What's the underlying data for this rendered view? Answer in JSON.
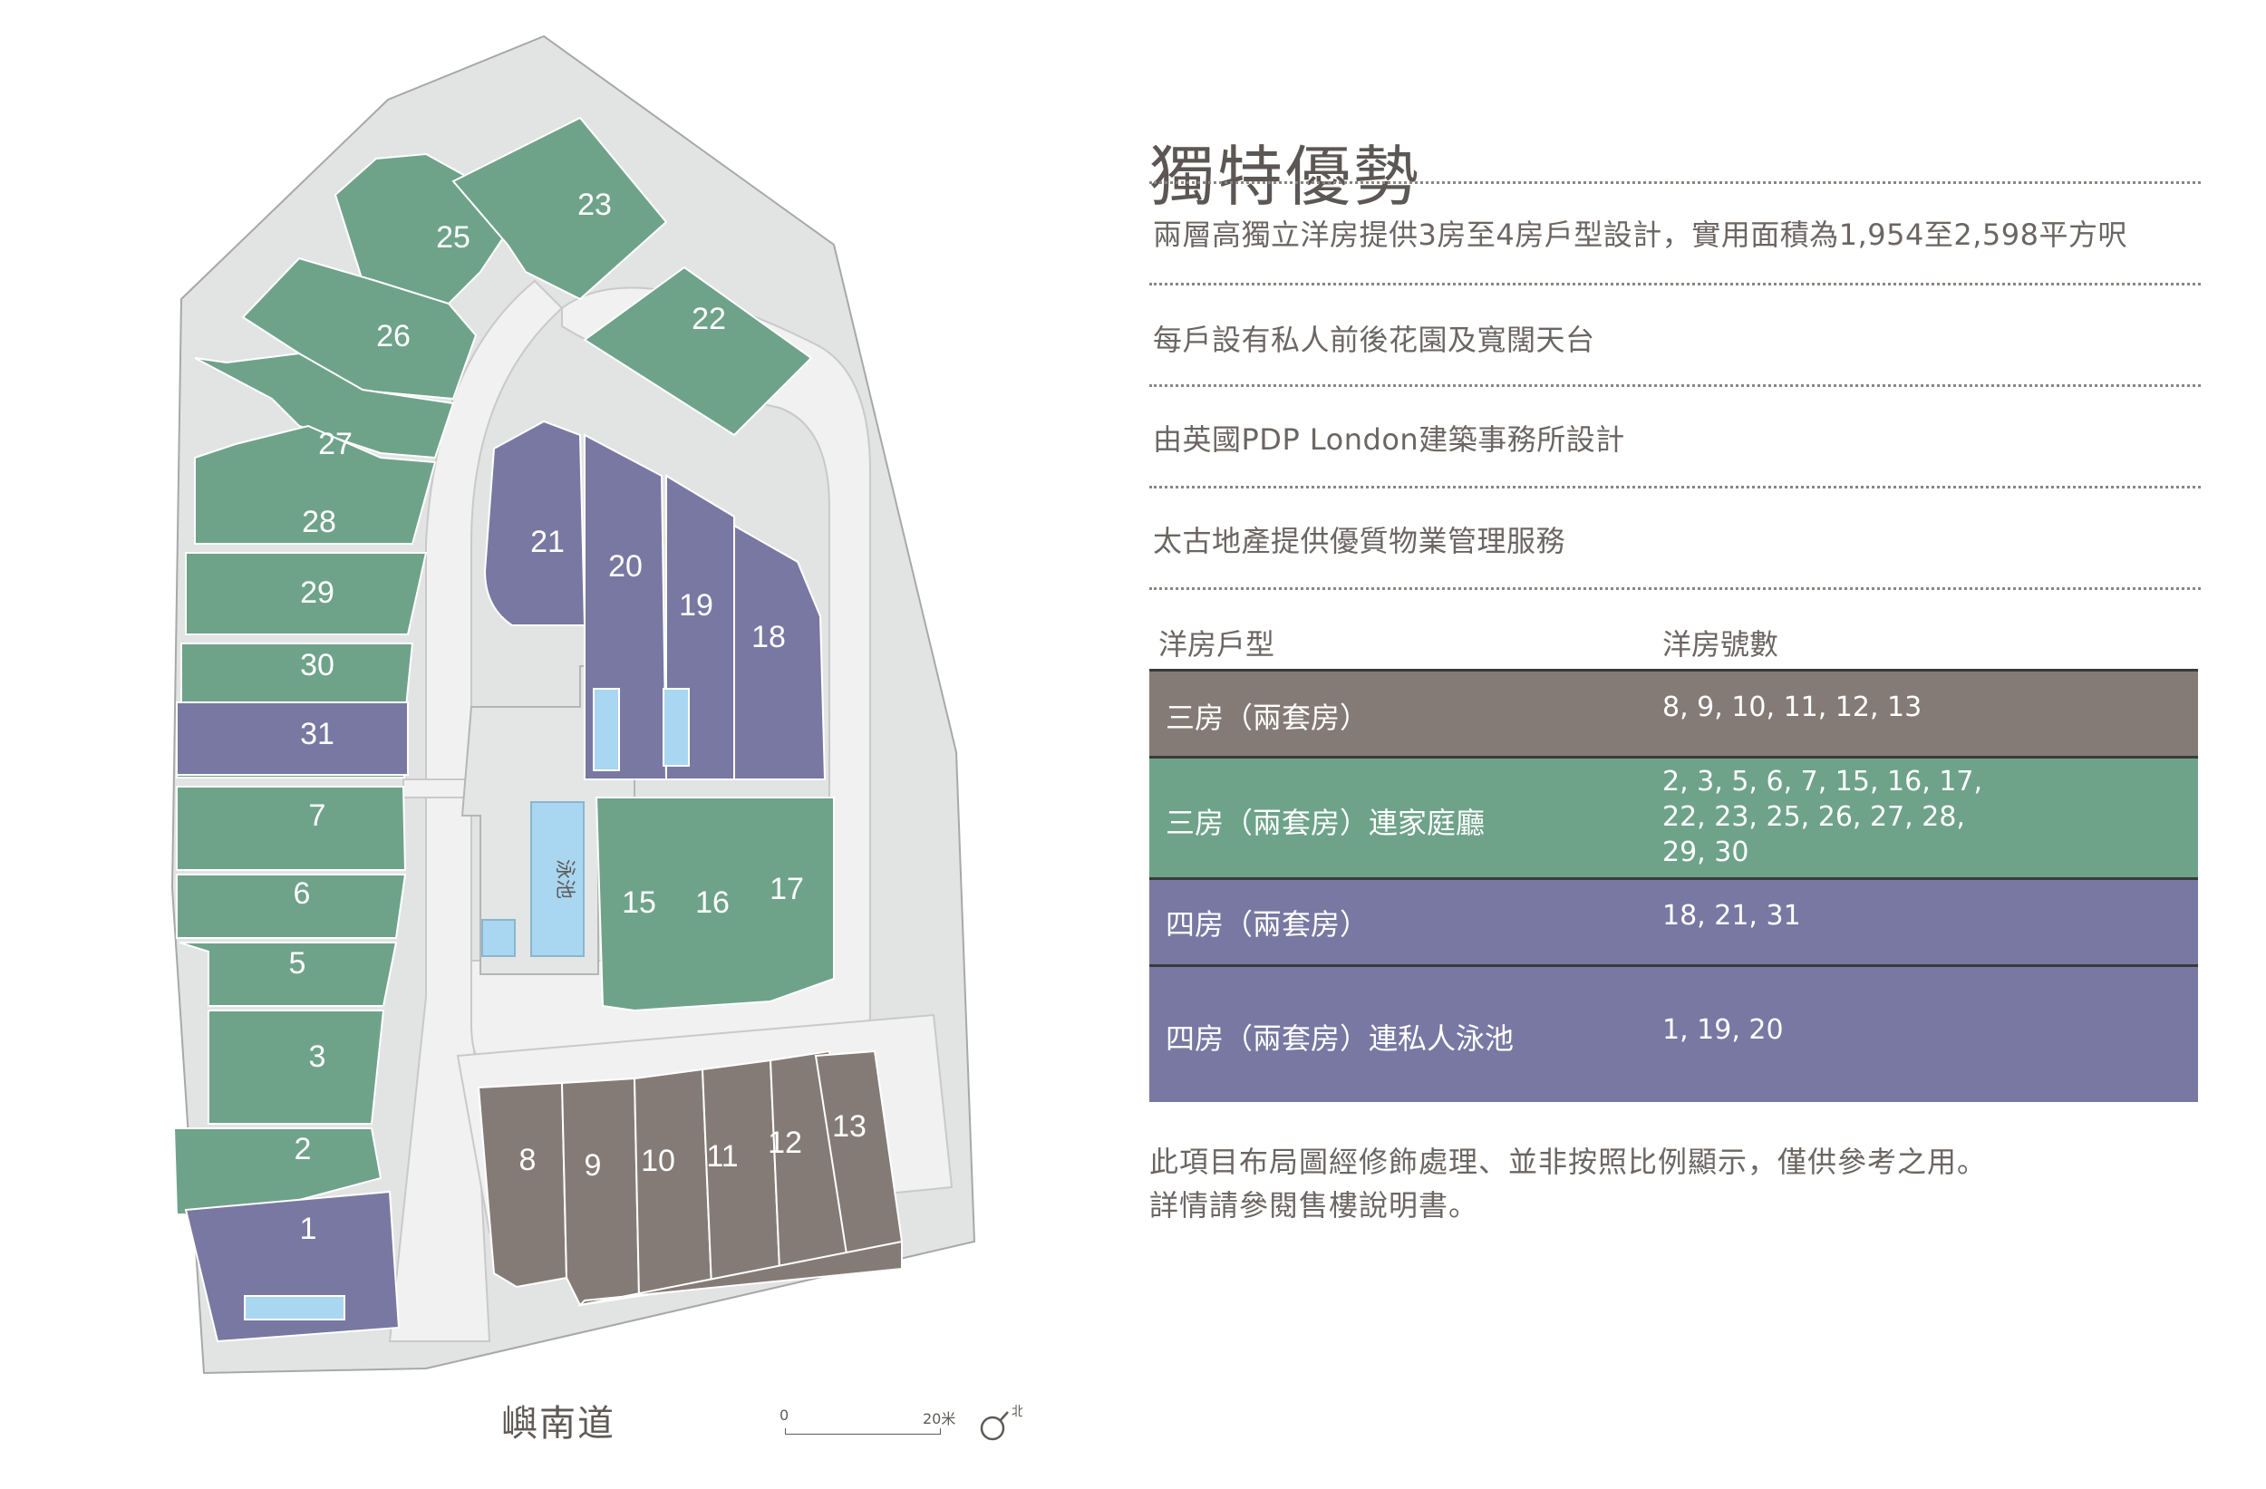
{
  "colors": {
    "three_bed": "#857b76",
    "three_bed_family": "#6ea38a",
    "four_bed": "#7878a2",
    "site": "#e2e3e3",
    "road": "#f0f0f0",
    "pool": "#a9d6f0"
  },
  "map": {
    "units": [
      "1",
      "2",
      "3",
      "5",
      "6",
      "7",
      "8",
      "9",
      "10",
      "11",
      "12",
      "13",
      "15",
      "16",
      "17",
      "18",
      "19",
      "20",
      "21",
      "22",
      "23",
      "25",
      "26",
      "27",
      "28",
      "29",
      "30",
      "31"
    ],
    "pool_label": "泳池",
    "road_name": "嶼南道",
    "scale": {
      "start": "0",
      "end": "20米"
    },
    "compass_label": "北"
  },
  "panel": {
    "title": "獨特優勢",
    "features": [
      "兩層高獨立洋房提供3房至4房戶型設計，實用面積為1,954至2,598平方呎",
      "每戶設有私人前後花園及寬闊天台",
      "由英國PDP London建築事務所設計",
      "太古地產提供優質物業管理服務"
    ],
    "table": {
      "headers": [
        "洋房戶型",
        "洋房號數"
      ],
      "rows": [
        {
          "type": "三房（兩套房）",
          "numbers": "8, 9, 10, 11, 12, 13",
          "color": "#857b76"
        },
        {
          "type": "三房（兩套房）連家庭廳",
          "numbers": "2, 3, 5, 6, 7, 15, 16, 17,\n22, 23, 25, 26, 27, 28,\n29, 30",
          "color": "#6ea38a"
        },
        {
          "type": "四房（兩套房）",
          "numbers": "18, 21, 31",
          "color": "#7878a2"
        },
        {
          "type": "四房（兩套房）連私人泳池",
          "numbers": "1, 19, 20",
          "color": "#7878a2"
        }
      ]
    },
    "note_lines": [
      "此項目布局圖經修飾處理、並非按照比例顯示，僅供參考之用。",
      "詳情請參閱售樓說明書。"
    ]
  }
}
